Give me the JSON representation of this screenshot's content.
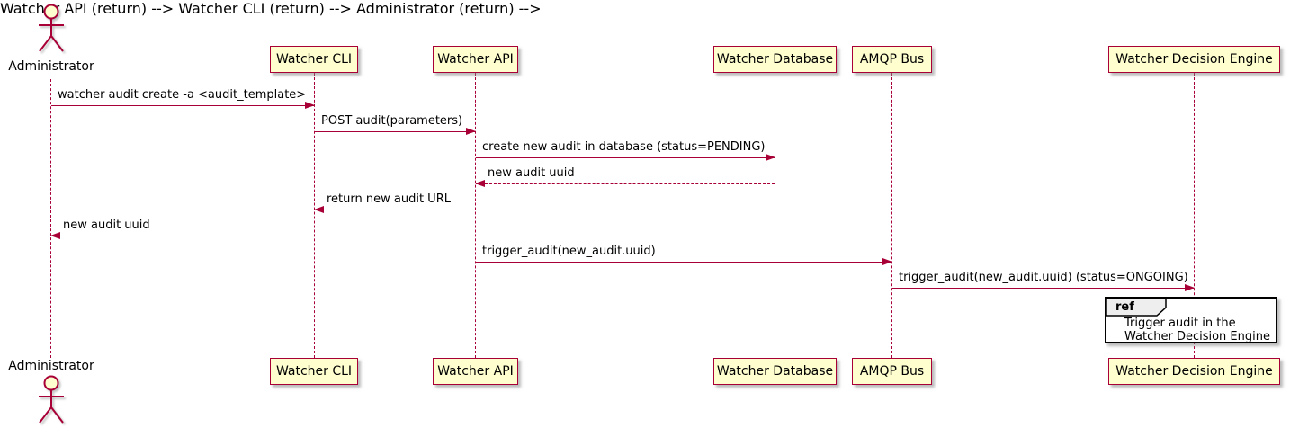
{
  "diagram": {
    "type": "sequence-diagram",
    "actor": {
      "name": "Administrator"
    },
    "participants": [
      {
        "name": "Watcher CLI"
      },
      {
        "name": "Watcher API"
      },
      {
        "name": "Watcher Database"
      },
      {
        "name": "AMQP Bus"
      },
      {
        "name": "Watcher Decision Engine"
      }
    ],
    "messages": [
      {
        "from": "Administrator",
        "to": "Watcher CLI",
        "text": "watcher audit create -a <audit_template>",
        "style": "solid"
      },
      {
        "from": "Watcher CLI",
        "to": "Watcher API",
        "text": "POST audit(parameters)",
        "style": "solid"
      },
      {
        "from": "Watcher API",
        "to": "Watcher Database",
        "text": "create new audit in database (status=PENDING)",
        "style": "solid"
      },
      {
        "from": "Watcher Database",
        "to": "Watcher API",
        "text": "new audit uuid",
        "style": "dashed"
      },
      {
        "from": "Watcher API",
        "to": "Watcher CLI",
        "text": "return new audit URL",
        "style": "dashed"
      },
      {
        "from": "Watcher CLI",
        "to": "Administrator",
        "text": "new audit uuid",
        "style": "dashed"
      },
      {
        "from": "Watcher API",
        "to": "AMQP Bus",
        "text": "trigger_audit(new_audit.uuid)",
        "style": "solid"
      },
      {
        "from": "AMQP Bus",
        "to": "Watcher Decision Engine",
        "text": "trigger_audit(new_audit.uuid) (status=ONGOING)",
        "style": "solid"
      }
    ],
    "ref": {
      "label": "ref",
      "lines": [
        "Trigger audit in the",
        "Watcher Decision Engine"
      ]
    },
    "colors": {
      "stroke": "#A80036",
      "participant_fill": "#FEFECE",
      "text": "#000000",
      "ref_border": "#000000",
      "ref_header_fill": "#EEEEEE"
    }
  }
}
